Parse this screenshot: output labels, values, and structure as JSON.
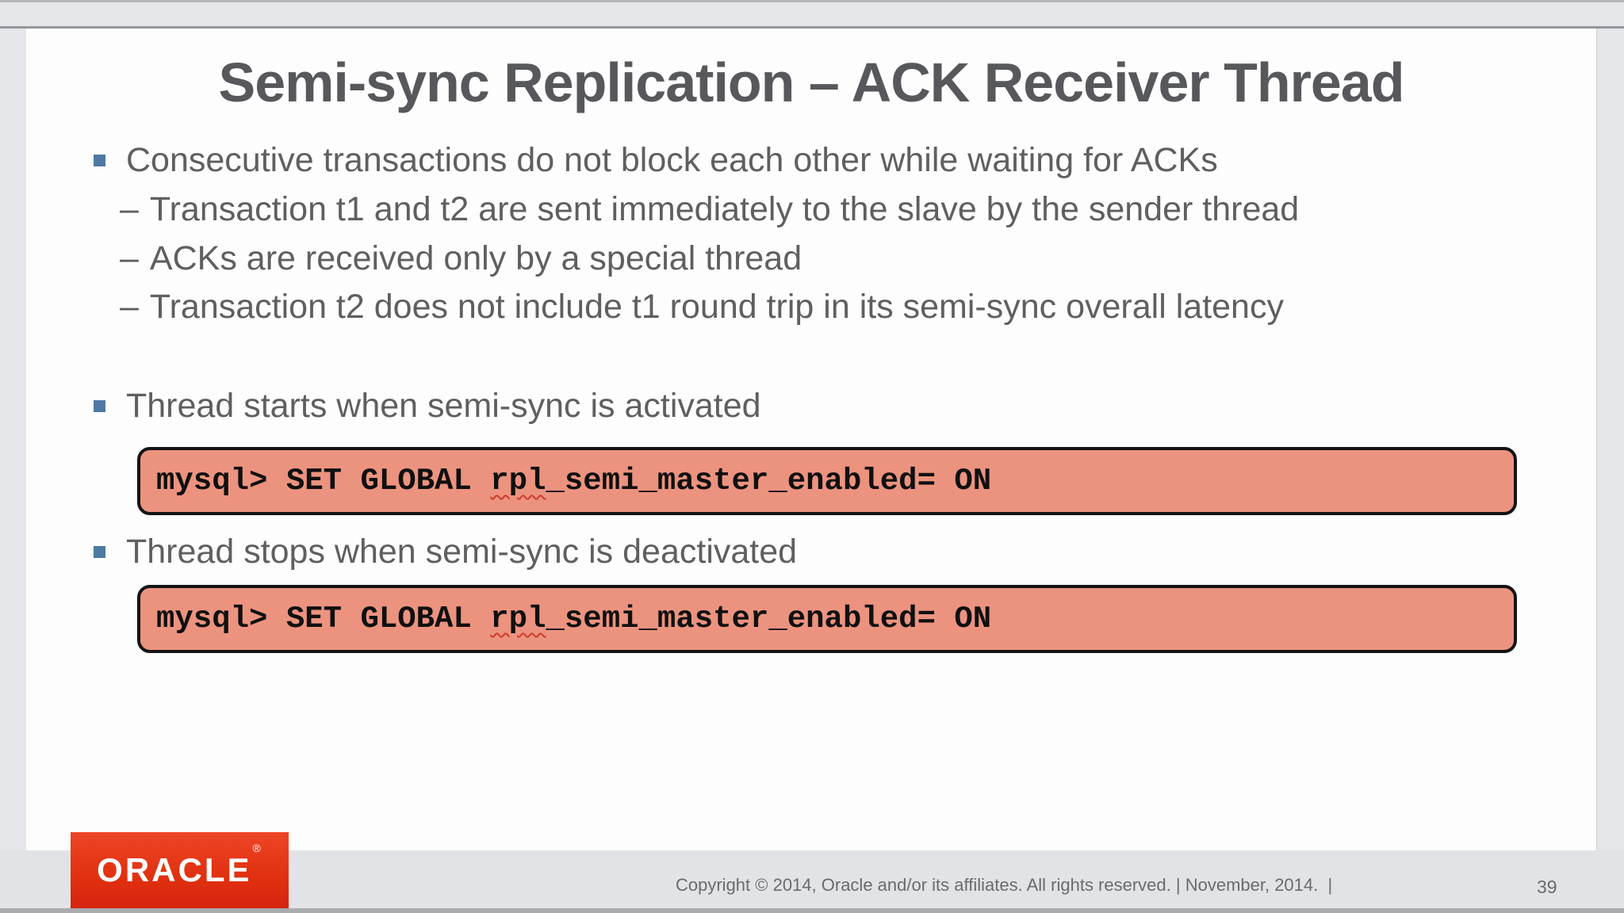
{
  "slide": {
    "title": "Semi-sync Replication – ACK Receiver Thread",
    "bullet_marker_dash": "–",
    "bullets": {
      "b1": "Consecutive transactions do not block each other while waiting for ACKs",
      "subs": [
        "Transaction t1 and t2 are sent immediately to the slave by the sender thread",
        "ACKs are received only by a special thread",
        "Transaction t2 does not include t1 round trip in its semi-sync overall latency"
      ],
      "b2": "Thread starts when semi-sync is activated",
      "b3": "Thread stops when semi-sync is deactivated"
    },
    "code": {
      "prefix": "mysql> SET GLOBAL ",
      "misspelled": "rpl",
      "suffix": "_semi_master_enabled= ON"
    },
    "footer": {
      "copyright": "Copyright © 2014, Oracle and/or its affiliates. All rights reserved. | November, 2014.  |",
      "page_number": "39"
    },
    "logo": {
      "text": "ORACLE",
      "registered": "®"
    }
  },
  "colors": {
    "code_box_bg": "#ec937f",
    "code_box_border": "#141414",
    "bullet_blue": "#4e79a4",
    "oracle_red": "#e0300f",
    "title_gray": "#57585b",
    "body_gray": "#5e5f61",
    "footer_gray": "#6a6b6e",
    "chrome_gray": "#e4e6e9"
  }
}
